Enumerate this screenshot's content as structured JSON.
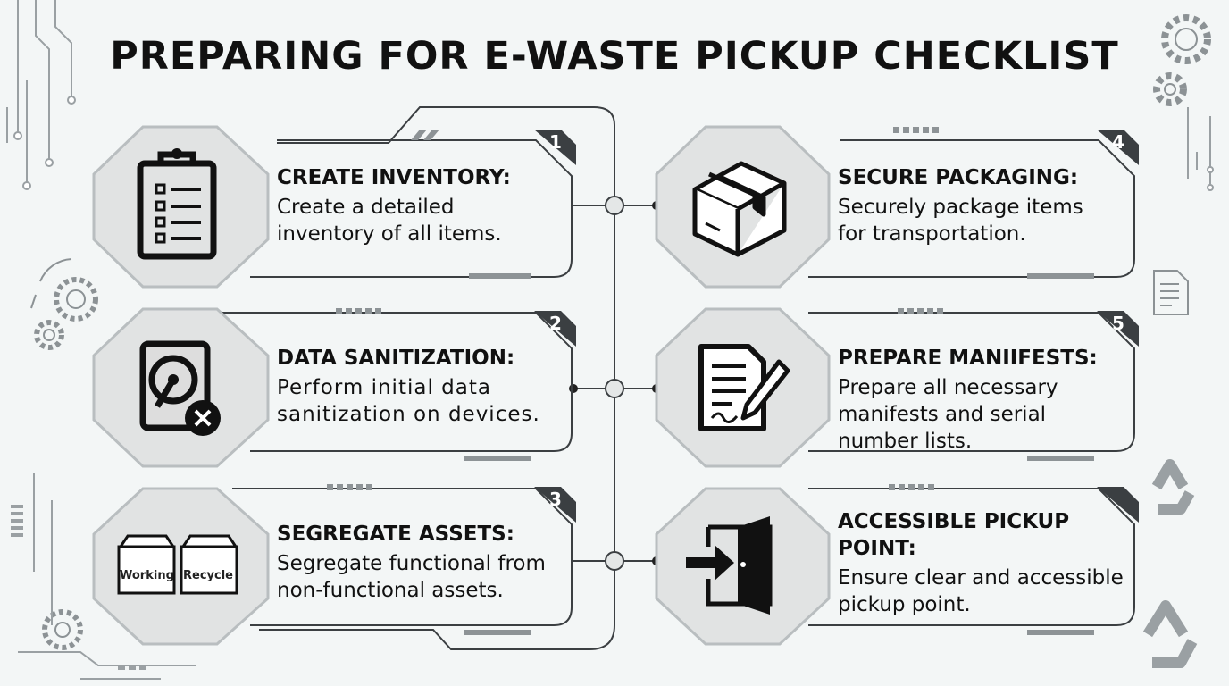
{
  "title": "PREPARING FOR E-WASTE PICKUP CHECKLIST",
  "steps": [
    {
      "number": "1",
      "heading": "CREATE INVENTORY:",
      "desc": "Create a detailed inventory of all items.",
      "icon": "clipboard-checklist-icon"
    },
    {
      "number": "2",
      "heading": "DATA SANITIZATION:",
      "desc": "Perform initial data sanitization on devices.",
      "icon": "hard-drive-erase-icon"
    },
    {
      "number": "3",
      "heading": "SEGREGATE ASSETS:",
      "desc": "Segregate functional from non-functional assets.",
      "icon": "sorted-boxes-icon",
      "box_labels": [
        "Working",
        "Recycle"
      ]
    },
    {
      "number": "4",
      "heading": "SECURE PACKAGING:",
      "desc": "Securely package items for transportation.",
      "icon": "package-box-icon"
    },
    {
      "number": "5",
      "heading": "PREPARE MANIIFESTS:",
      "desc": "Prepare all necessary manifests and serial number lists.",
      "icon": "document-sign-icon"
    },
    {
      "number": "",
      "heading": "ACCESSIBLE PICKUP POINT:",
      "desc": "Ensure clear and accessible pickup point.",
      "icon": "exit-door-icon"
    }
  ],
  "colors": {
    "background": "#f3f6f6",
    "octagon": "#e1e3e3",
    "accent": "#555a5d",
    "ink": "#111111"
  }
}
